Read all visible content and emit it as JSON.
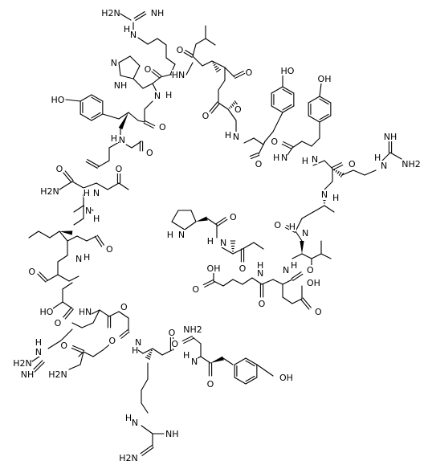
{
  "figure": {
    "kind": "structural-formula",
    "background": "#ffffff",
    "ink": "#000000"
  },
  "labels": {
    "nh2": "NH2",
    "nh": "NH",
    "hn": "HN",
    "h2n": "H2N",
    "h": "H",
    "n": "N",
    "o": "O",
    "oh": "OH",
    "ho": "HO"
  }
}
